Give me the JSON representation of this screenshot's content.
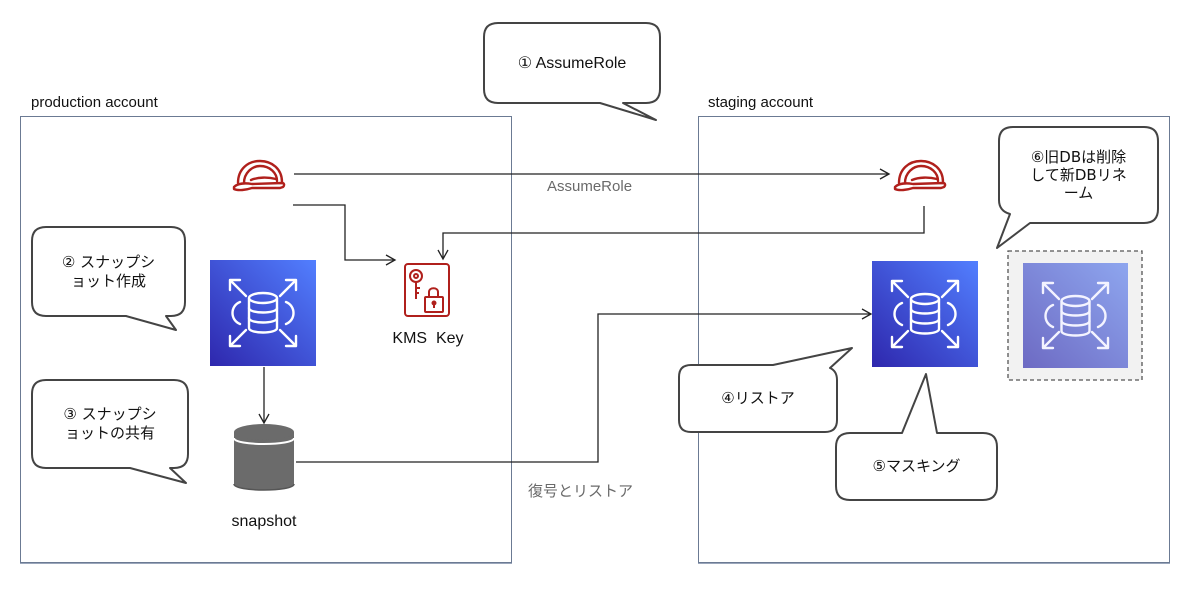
{
  "diagram": {
    "accounts": {
      "production": {
        "label": "production account"
      },
      "staging": {
        "label": "staging account"
      }
    },
    "nodes": {
      "prod_role": {
        "icon": "iam-role-hardhat-icon",
        "label": ""
      },
      "staging_role": {
        "icon": "iam-role-hardhat-icon",
        "label": ""
      },
      "kms_key": {
        "icon": "kms-key-lock-icon",
        "label": "KMS  Key"
      },
      "prod_rds": {
        "icon": "rds-database-icon",
        "label": ""
      },
      "snapshot": {
        "icon": "snapshot-cylinder-icon",
        "label": "snapshot"
      },
      "staging_rds": {
        "icon": "rds-database-icon",
        "label": ""
      },
      "old_rds": {
        "icon": "rds-database-icon",
        "label": "",
        "state": "faded / to be deleted"
      }
    },
    "edges": [
      {
        "from": "prod_role",
        "to": "staging_role",
        "label": "AssumeRole"
      },
      {
        "from": "prod_role",
        "to": "kms_key",
        "label": ""
      },
      {
        "from": "staging_role",
        "to": "kms_key",
        "label": ""
      },
      {
        "from": "prod_rds",
        "to": "snapshot",
        "label": ""
      },
      {
        "from": "snapshot",
        "to": "staging_rds",
        "label": "復号とリストア"
      }
    ],
    "callouts": [
      {
        "id": "step1",
        "text": "① AssumeRole"
      },
      {
        "id": "step2",
        "text": "② スナップシ\nョット作成"
      },
      {
        "id": "step3",
        "text": "③ スナップシ\nョットの共有"
      },
      {
        "id": "step4",
        "text": "④リストア"
      },
      {
        "id": "step5",
        "text": "⑤マスキング"
      },
      {
        "id": "step6",
        "text": "⑥旧DBは削除\nして新DBリネ\nーム"
      }
    ],
    "colors": {
      "iam_red": "#b0201c",
      "rds_blue_dark": "#2e27ad",
      "rds_blue_light": "#527fff",
      "snapshot_gray": "#6b6b6b",
      "account_border": "#6b7a93",
      "edge_line": "#222222",
      "edge_label_gray": "#6a6a6a"
    }
  }
}
